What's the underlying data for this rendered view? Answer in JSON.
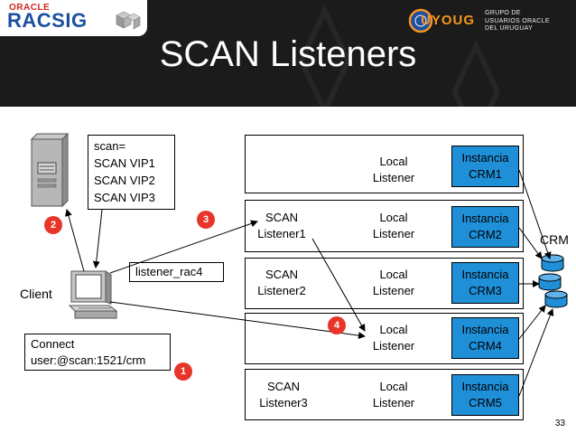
{
  "header": {
    "logo_oracle": "ORACLE",
    "logo_racsig": "RACSIG",
    "logo_uyoug": "UYOUG",
    "logo_grupo": [
      "GRUPO DE",
      "USUARIOS ORACLE",
      "DEL URUGUAY"
    ],
    "title": "SCAN Listeners"
  },
  "dns": {
    "lines": [
      "scan=",
      "SCAN VIP1",
      "SCAN VIP2",
      "SCAN VIP3"
    ]
  },
  "client": {
    "label": "Client",
    "listener_label": "listener_rac4",
    "connect_lines": [
      "Connect",
      "user:@scan:1521/crm"
    ]
  },
  "nodes": [
    {
      "scan": null,
      "local": [
        "Local",
        "Listener"
      ],
      "instance": [
        "Instancia",
        "CRM1"
      ]
    },
    {
      "scan": [
        "SCAN",
        "Listener1"
      ],
      "local": [
        "Local",
        "Listener"
      ],
      "instance": [
        "Instancia",
        "CRM2"
      ]
    },
    {
      "scan": [
        "SCAN",
        "Listener2"
      ],
      "local": [
        "Local",
        "Listener"
      ],
      "instance": [
        "Instancia",
        "CRM3"
      ]
    },
    {
      "scan": null,
      "local": [
        "Local",
        "Listener"
      ],
      "instance": [
        "Instancia",
        "CRM4"
      ]
    },
    {
      "scan": [
        "SCAN",
        "Listener3"
      ],
      "local": [
        "Local",
        "Listener"
      ],
      "instance": [
        "Instancia",
        "CRM5"
      ]
    }
  ],
  "database": {
    "label": "CRM"
  },
  "steps": [
    "1",
    "2",
    "3",
    "4"
  ],
  "page_number": "33",
  "colors": {
    "instance": "#1f8fd8",
    "badge": "#e8352a",
    "header": "#1b1b1b"
  }
}
